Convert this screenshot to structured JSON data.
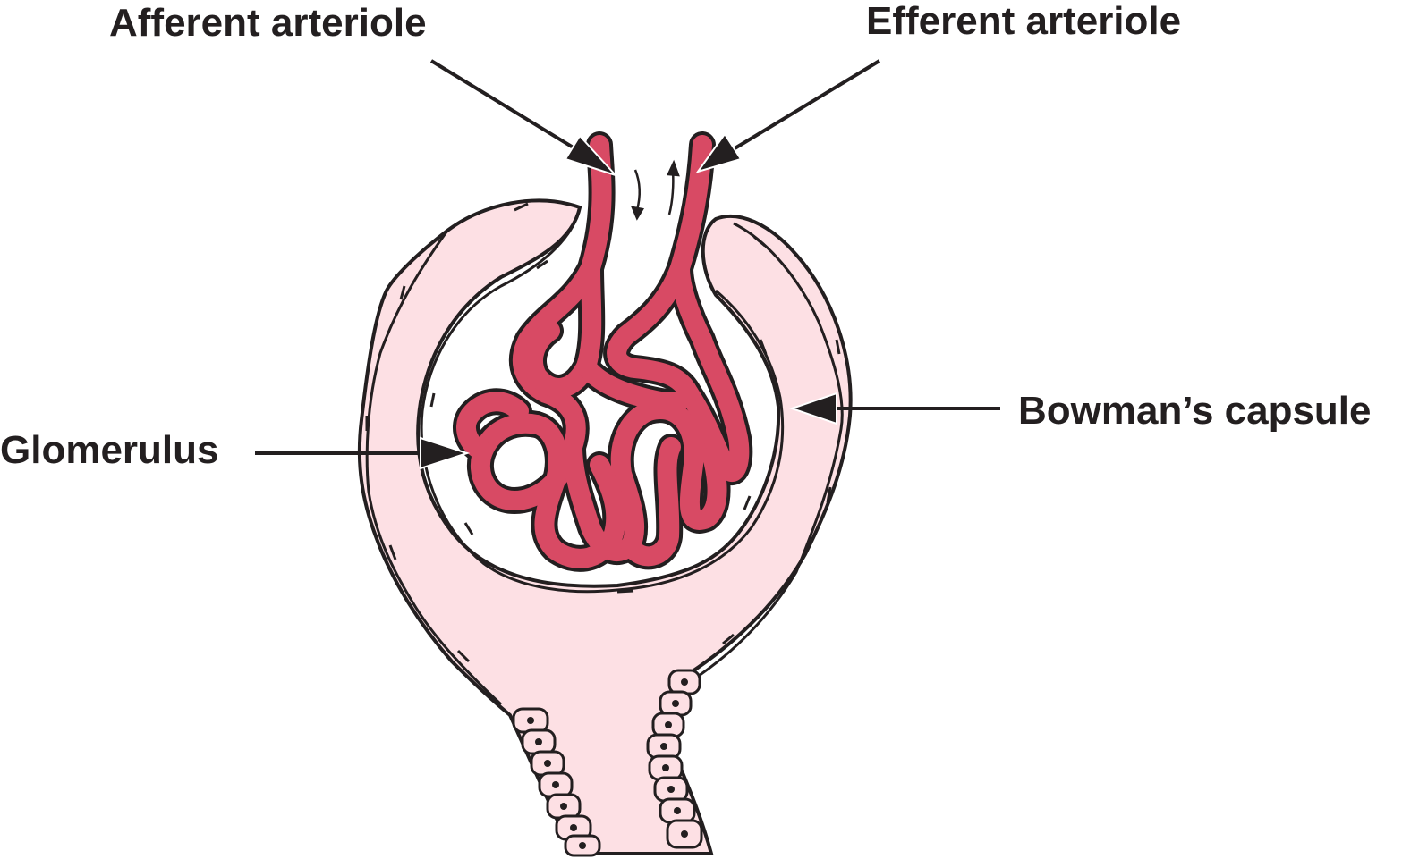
{
  "labels": {
    "afferent": "Afferent arteriole",
    "efferent": "Efferent arteriole",
    "glomerulus": "Glomerulus",
    "bowmans_capsule": "Bowman’s capsule"
  },
  "colors": {
    "text": "#231f20",
    "outline": "#231f20",
    "capsule_fill": "#fde0e4",
    "vessel_fill": "#d84a64",
    "background": "#ffffff"
  }
}
